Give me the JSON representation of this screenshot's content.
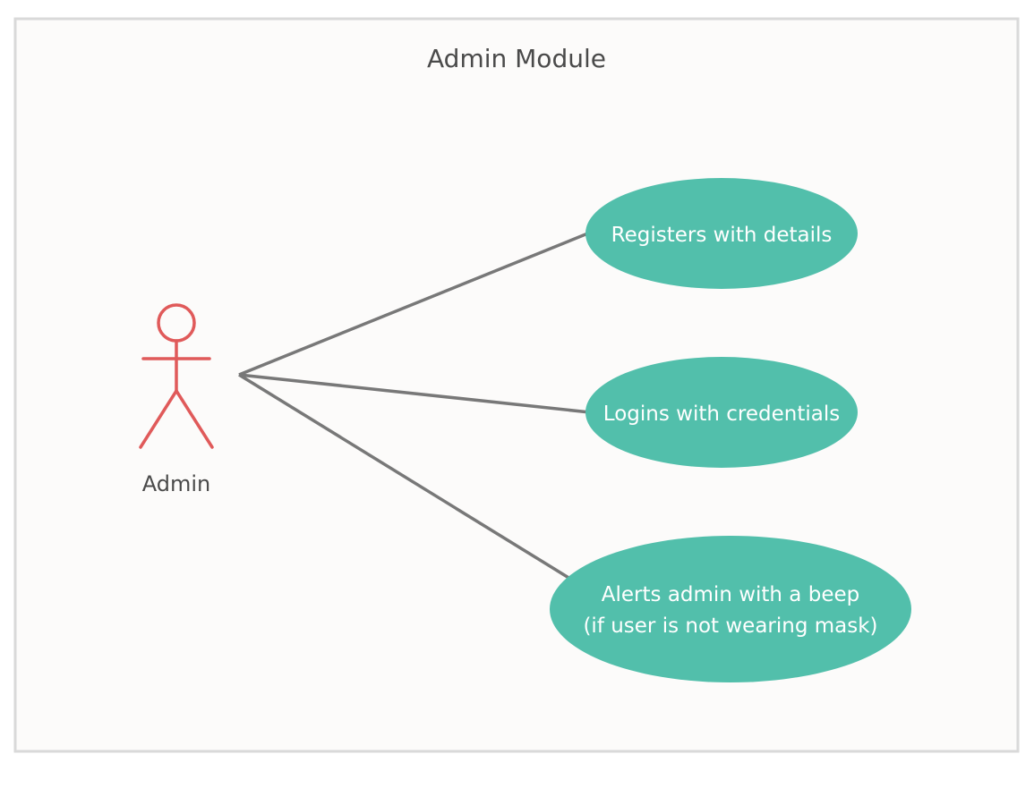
{
  "diagram": {
    "title": "Admin Module",
    "actor": {
      "label": "Admin",
      "color": "#e05a5a"
    },
    "use_cases": [
      {
        "lines": [
          "Registers with details"
        ]
      },
      {
        "lines": [
          "Logins with credentials"
        ]
      },
      {
        "lines": [
          "Alerts admin with a beep",
          "(if user is not wearing mask)"
        ]
      }
    ],
    "colors": {
      "use_case_fill": "#52bfab",
      "connector": "#787878",
      "frame_fill": "#fcfbfa",
      "frame_border": "#d9d9d9"
    }
  }
}
